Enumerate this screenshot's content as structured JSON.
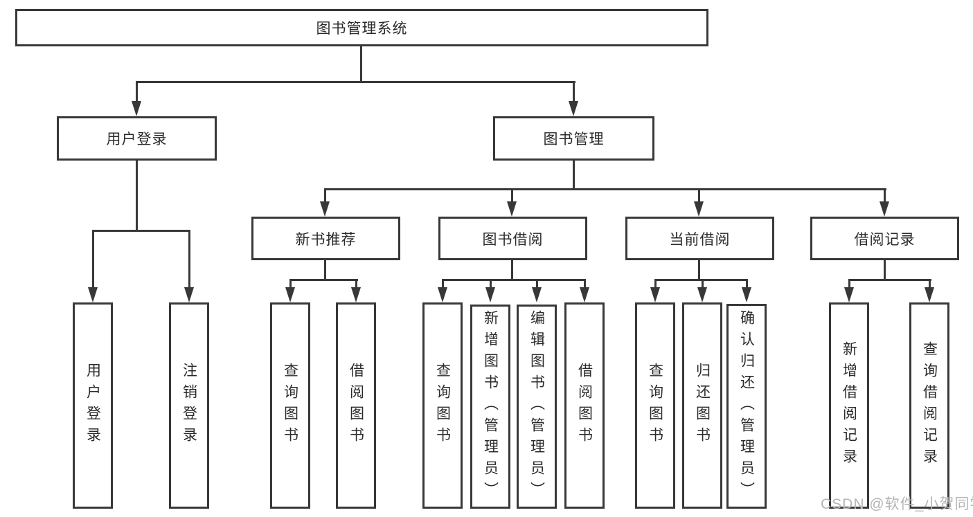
{
  "tree": {
    "root": "图书管理系统",
    "branches": [
      {
        "label": "用户登录",
        "leaves": [
          "用户登录",
          "注销登录"
        ]
      },
      {
        "label": "图书管理",
        "groups": [
          {
            "label": "新书推荐",
            "leaves": [
              "查询图书",
              "借阅图书"
            ]
          },
          {
            "label": "图书借阅",
            "leaves": [
              "查询图书",
              "新增图书（管理员）",
              "编辑图书（管理员）",
              "借阅图书"
            ]
          },
          {
            "label": "当前借阅",
            "leaves": [
              "查询图书",
              "归还图书",
              "确认归还（管理员）"
            ]
          },
          {
            "label": "借阅记录",
            "leaves": [
              "新增借阅记录",
              "查询借阅记录"
            ]
          }
        ]
      }
    ]
  },
  "watermark": "CSDN @软件_小贺同学",
  "colors": {
    "line": "#383838",
    "text": "#2b2b2b",
    "watermark": "#b5b5b5",
    "background": "#ffffff"
  }
}
